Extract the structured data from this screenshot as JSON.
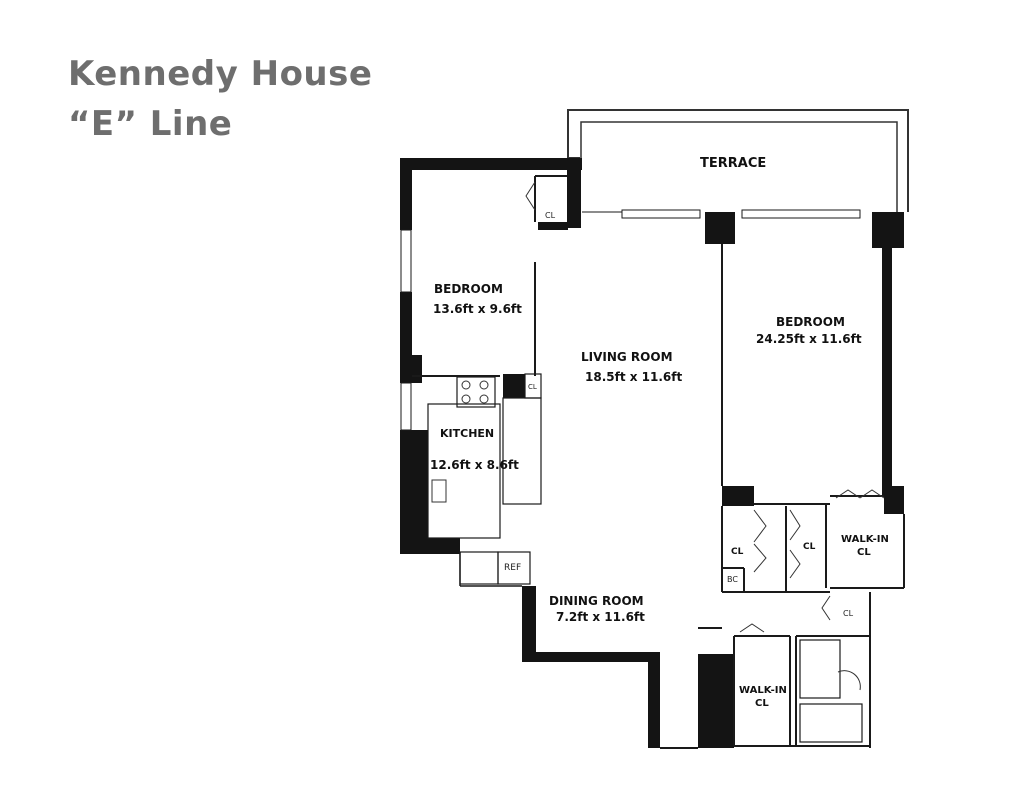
{
  "header": {
    "title_line1": "Kennedy House",
    "title_line2": "“E” Line"
  },
  "rooms": {
    "terrace": {
      "name": "TERRACE"
    },
    "bedroom1": {
      "name": "BEDROOM",
      "dims": "13.6ft x 9.6ft"
    },
    "bedroom2": {
      "name": "BEDROOM",
      "dims": "24.25ft x 11.6ft"
    },
    "living": {
      "name": "LIVING ROOM",
      "dims": "18.5ft x 11.6ft"
    },
    "kitchen": {
      "name": "KITCHEN",
      "dims": "12.6ft x 8.6ft"
    },
    "dining": {
      "name": "DINING ROOM",
      "dims": "7.2ft x 11.6ft"
    },
    "walkin1": {
      "line1": "WALK-IN",
      "line2": "CL"
    },
    "walkin2": {
      "line1": "WALK-IN",
      "line2": "CL"
    }
  },
  "closets": {
    "bedroom1_cl": "CL",
    "kitchen_cl": "CL",
    "hall_cl_left": "CL",
    "hall_cl_right": "CL",
    "bath_cl": "CL",
    "bc": "BC"
  },
  "fixtures": {
    "ref": "REF"
  },
  "colors": {
    "wall": "#141414",
    "title": "#6e6e6e",
    "fixture": "#555555"
  }
}
